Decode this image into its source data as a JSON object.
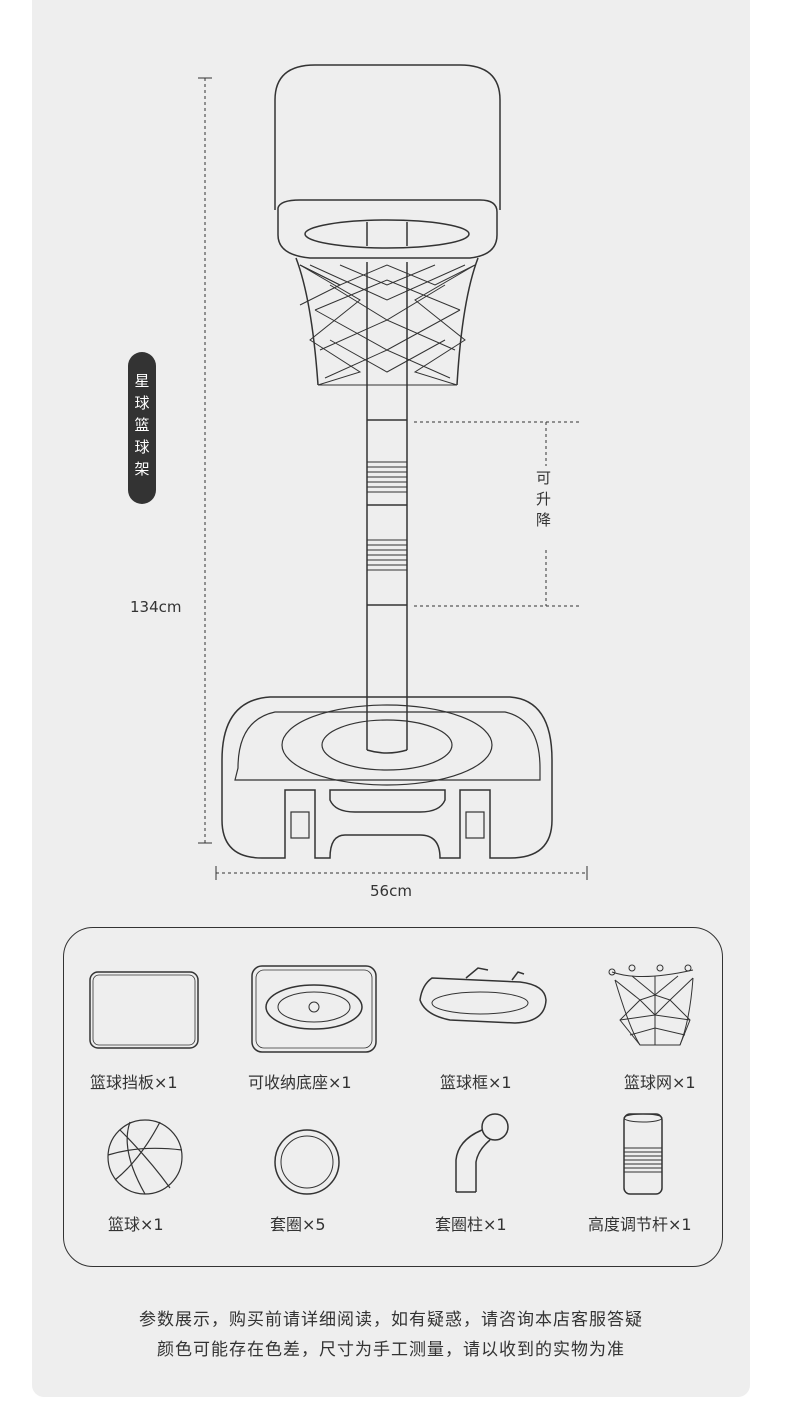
{
  "product_tag": "星球篮球架",
  "dimensions": {
    "height": "134cm",
    "width": "56cm",
    "adjustable": "可升降"
  },
  "parts": [
    {
      "label": "篮球挡板×1",
      "icon": "backboard-icon"
    },
    {
      "label": "可收纳底座×1",
      "icon": "base-icon"
    },
    {
      "label": "篮球框×1",
      "icon": "hoop-rim-icon"
    },
    {
      "label": "篮球网×1",
      "icon": "net-icon"
    },
    {
      "label": "篮球×1",
      "icon": "basketball-icon"
    },
    {
      "label": "套圈×5",
      "icon": "ring-icon"
    },
    {
      "label": "套圈柱×1",
      "icon": "ring-pole-icon"
    },
    {
      "label": "高度调节杆×1",
      "icon": "adjust-pole-icon"
    }
  ],
  "notice": {
    "line1": "参数展示，购买前请详细阅读，如有疑惑，请咨询本店客服答疑",
    "line2": "颜色可能存在色差，尺寸为手工测量，请以收到的实物为准"
  },
  "colors": {
    "panel_bg": "#eeeeee",
    "line": "#333333",
    "tag_bg": "#333333"
  }
}
